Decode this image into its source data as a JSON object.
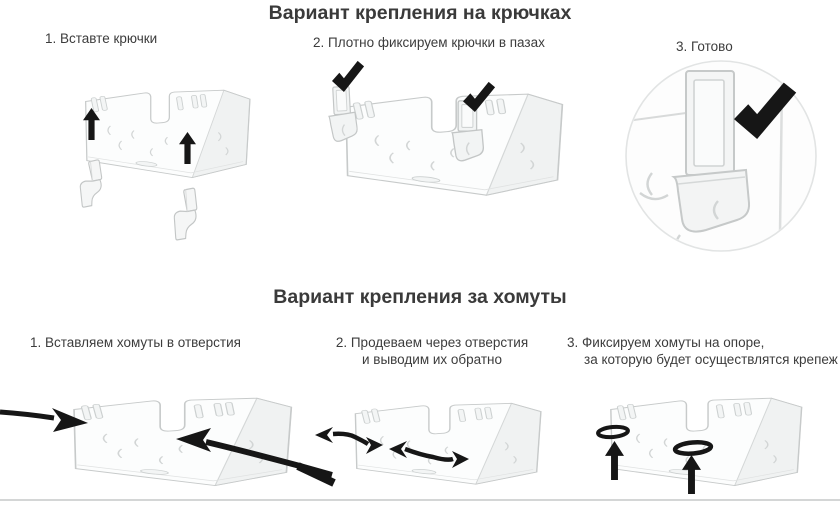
{
  "page": {
    "background": "#ffffff",
    "text_color": "#3a3a3a",
    "ink_color": "#161616",
    "plastic_stroke": "#c7caca",
    "divider_color": "#d4d6d6"
  },
  "sections": [
    {
      "id": "hooks",
      "title": "Вариант крепления на крючках",
      "steps": [
        {
          "label": "1. Вставте крючки",
          "figure": "transparent box with two black up arrows and two loose hooks below",
          "icons": [
            "up-arrow",
            "up-arrow",
            "hook",
            "hook"
          ]
        },
        {
          "label": "2. Плотно фиксируем крючки в пазах",
          "figure": "transparent box with two hooks installed and two checkmarks",
          "icons": [
            "checkmark",
            "checkmark",
            "hook",
            "hook"
          ]
        },
        {
          "label": "3. Готово",
          "figure": "circular close-up of mounted hook with large checkmark",
          "icons": [
            "checkmark",
            "hook"
          ]
        }
      ]
    },
    {
      "id": "zipties",
      "title": "Вариант крепления за хомуты",
      "steps": [
        {
          "lines": [
            "1. Вставляем хомуты в отверстия"
          ],
          "figure": "transparent box with two zip-tie straps entering holes, arrows inward",
          "icons": [
            "arrow-right",
            "arrow-left",
            "zip-tie",
            "zip-tie"
          ]
        },
        {
          "lines": [
            "2. Продеваем через отверстия",
            "и выводим их обратно"
          ],
          "figure": "transparent box with two threaded zip-ties, arrowheads on both ends",
          "icons": [
            "arrow-left",
            "arrow-right",
            "arrow-left",
            "arrow-right",
            "zip-tie"
          ]
        },
        {
          "lines": [
            "3. Фиксируем хомуты на опоре,",
            "за которую будет осуществлятся крепеж"
          ],
          "figure": "transparent box with two black tie loops and two up arrows",
          "icons": [
            "tie-loop",
            "tie-loop",
            "up-arrow",
            "up-arrow"
          ]
        }
      ]
    }
  ]
}
